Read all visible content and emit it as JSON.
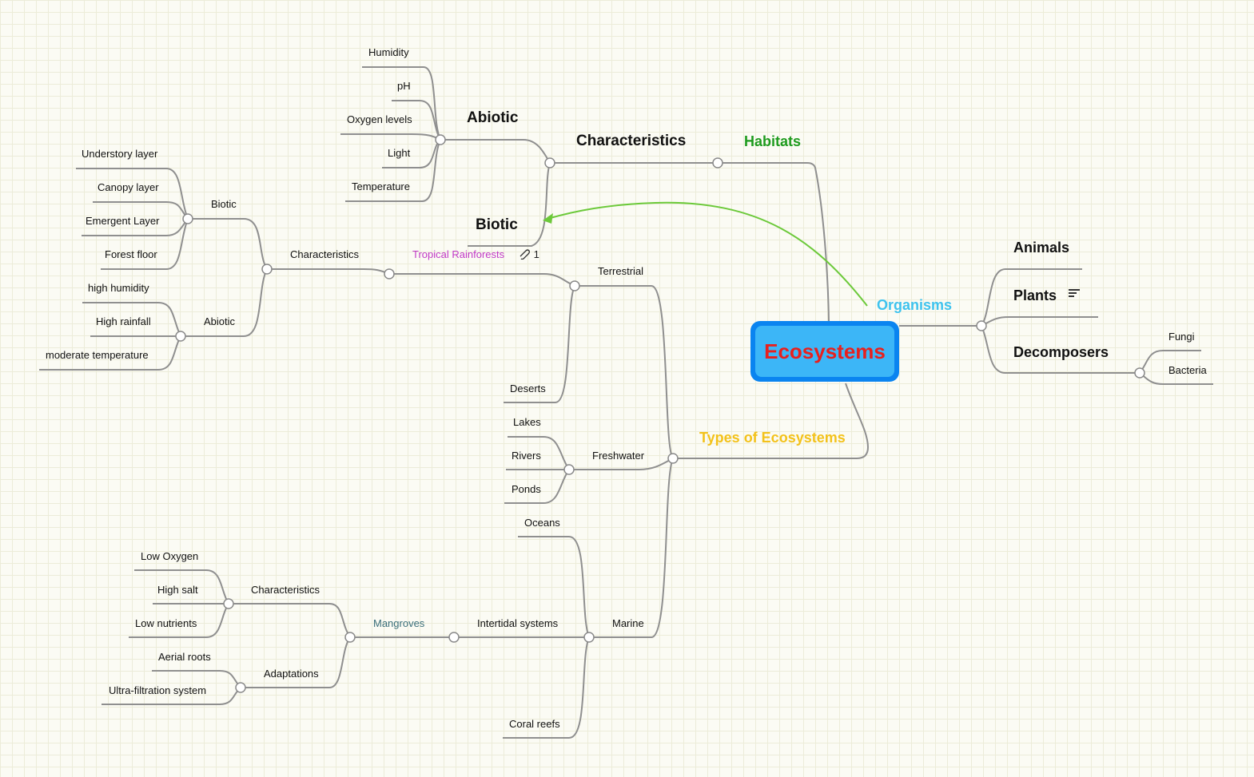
{
  "center": {
    "title": "Ecosystems"
  },
  "branches": {
    "habitats": {
      "label": "Habitats",
      "color": "#1e9b1e"
    },
    "organisms": {
      "label": "Organisms",
      "color": "#3fc3ee"
    },
    "types": {
      "label": "Types of Ecosystems",
      "color": "#f3c21b"
    }
  },
  "habitats": {
    "characteristics": "Characteristics",
    "abiotic": {
      "label": "Abiotic",
      "items": [
        "Humidity",
        "pH",
        "Oxygen levels",
        "Light",
        "Temperature"
      ]
    },
    "biotic": {
      "label": "Biotic"
    }
  },
  "organisms": {
    "animals": "Animals",
    "plants": "Plants",
    "decomposers": {
      "label": "Decomposers",
      "items": [
        "Fungi",
        "Bacteria"
      ]
    }
  },
  "types": {
    "terrestrial": {
      "label": "Terrestrial",
      "tropical": {
        "label": "Tropical Rainforests",
        "color": "#c23ac8",
        "attachments": "1"
      },
      "characteristics": "Characteristics",
      "biotic": {
        "label": "Biotic",
        "items": [
          "Understory layer",
          "Canopy layer",
          "Emergent Layer",
          "Forest floor"
        ]
      },
      "abiotic": {
        "label": "Abiotic",
        "items": [
          "high humidity",
          "High rainfall",
          "moderate temperature"
        ]
      },
      "deserts": "Deserts"
    },
    "freshwater": {
      "label": "Freshwater",
      "items": [
        "Lakes",
        "Rivers",
        "Ponds"
      ]
    },
    "marine": {
      "label": "Marine",
      "oceans": "Oceans",
      "intertidal": "Intertidal systems",
      "coral": "Coral reefs",
      "mangroves": {
        "label": "Mangroves",
        "color": "#3a6e7a"
      },
      "characteristics": {
        "label": "Characteristics",
        "items": [
          "Low Oxygen",
          "High salt",
          "Low nutrients"
        ]
      },
      "adaptations": {
        "label": "Adaptations",
        "items": [
          "Aerial roots",
          "Ultra-filtration system"
        ]
      }
    }
  },
  "relationship_color": "#6cc93a"
}
